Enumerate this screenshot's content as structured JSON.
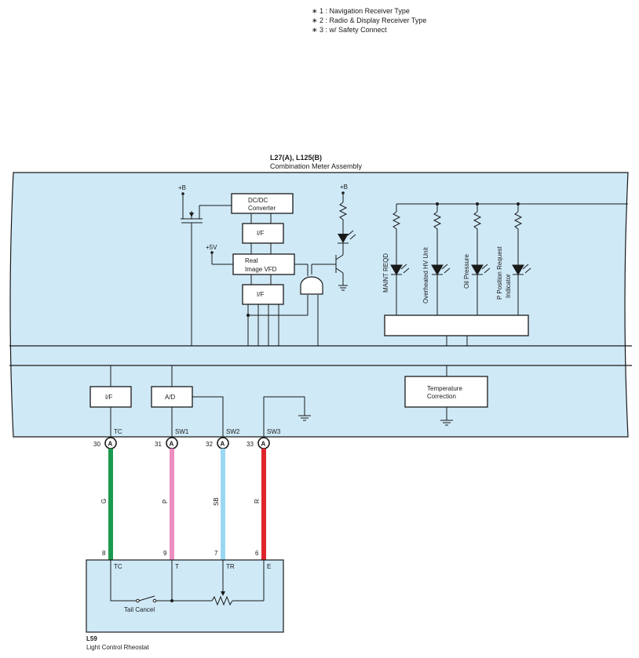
{
  "notes": [
    "∗ 1 : Navigation Receiver Type",
    "∗ 2 : Radio & Display Receiver Type",
    "∗ 3 : w/ Safety Connect"
  ],
  "meter": {
    "code": "L27(A), L125(B)",
    "name": "Combination Meter Assembly",
    "supply_b": "+B",
    "supply_b2": "+B",
    "supply_5v": "+5V",
    "dcdc": [
      "DC/DC",
      "Converter"
    ],
    "if_top": "I/F",
    "vfd": [
      "Real",
      "Image VFD"
    ],
    "if_mid": "I/F",
    "indicators": [
      {
        "label": "MAINT REQD",
        "label2": ""
      },
      {
        "label": "Overheated HV Unit",
        "label2": ""
      },
      {
        "label": "Oil Pressure",
        "label2": ""
      },
      {
        "label": "P Position Request",
        "label2": "Indicator"
      }
    ],
    "if_bottom": "I/F",
    "ad": "A/D",
    "temp": [
      "Temperature",
      "Correction"
    ],
    "terminals": [
      "TC",
      "SW1",
      "SW2",
      "SW3"
    ]
  },
  "connectors": [
    {
      "pin": "30",
      "conn": "A"
    },
    {
      "pin": "31",
      "conn": "A"
    },
    {
      "pin": "32",
      "conn": "A"
    },
    {
      "pin": "33",
      "conn": "A"
    }
  ],
  "wires": [
    {
      "color_code": "G",
      "color": "#1a9a4e"
    },
    {
      "color_code": "P",
      "color": "#ec8ec2"
    },
    {
      "color_code": "SB",
      "color": "#9ad7f3"
    },
    {
      "color_code": "R",
      "color": "#e0242b"
    }
  ],
  "rheostat": {
    "code": "L59",
    "name": "Light Control Rheostat",
    "pins": [
      "8",
      "9",
      "7",
      "6"
    ],
    "terminals": [
      "TC",
      "T",
      "TR",
      "E"
    ],
    "switch_label": "Tail Cancel"
  },
  "colors": {
    "box_fill": "#cfe9f7",
    "line": "#1a1a1a"
  }
}
